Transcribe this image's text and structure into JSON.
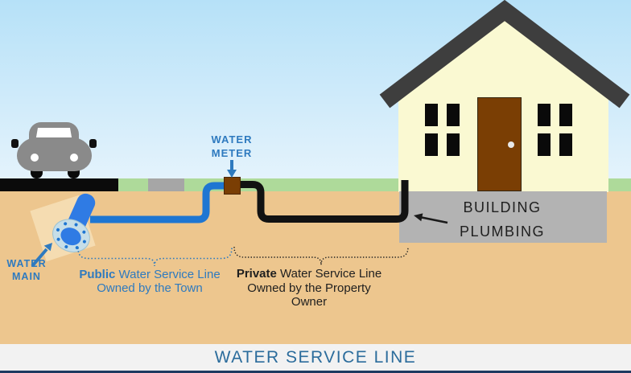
{
  "title_bar": {
    "title": "WATER SERVICE LINE"
  },
  "labels": {
    "water_meter": {
      "line1": "WATER",
      "line2": "METER"
    },
    "water_main": {
      "line1": "WATER",
      "line2": "MAIN"
    },
    "building_plumbing": {
      "line1": "BUILDING",
      "line2": "PLUMBING"
    },
    "public_line": {
      "lead": "Public",
      "rest": " Water Service Line",
      "line2": "Owned by the Town"
    },
    "private_line": {
      "lead": "Private",
      "rest": " Water Service Line",
      "line2": "Owned by the Property",
      "line3": "Owner"
    }
  },
  "icons": {
    "water_meter_arrow": "arrow-down",
    "water_main_arrow": "arrow-up-right",
    "building_plumbing_arrow": "arrow-left",
    "water_main": "pipe-flange",
    "water_meter": "meter-box",
    "house": "house",
    "car": "car-front"
  },
  "colors": {
    "sky-top": "#b6e1f8",
    "sky-bottom": "#e7f4fc",
    "grass": "#aeda9a",
    "ground": "#edc68e",
    "road": "#0b0b0b",
    "sidewalk": "#a6a6a6",
    "house-wall": "#faf9d2",
    "roof": "#3e3e3e",
    "door": "#7a3e04",
    "foundation": "#b3b3b3",
    "pipe-blue": "#1e76d2",
    "pipe-black": "#121212",
    "main-blue": "#2f7be4",
    "flange": "#c6dee8",
    "meter-brown": "#7a3e04",
    "label-blue": "#2e7abf",
    "text-dark": "#1f1f1f",
    "title-blue": "#2b6c9c",
    "title-bg": "#f2f2f2",
    "footer-navy": "#1e3a61",
    "car-gray": "#8a8a8a"
  }
}
